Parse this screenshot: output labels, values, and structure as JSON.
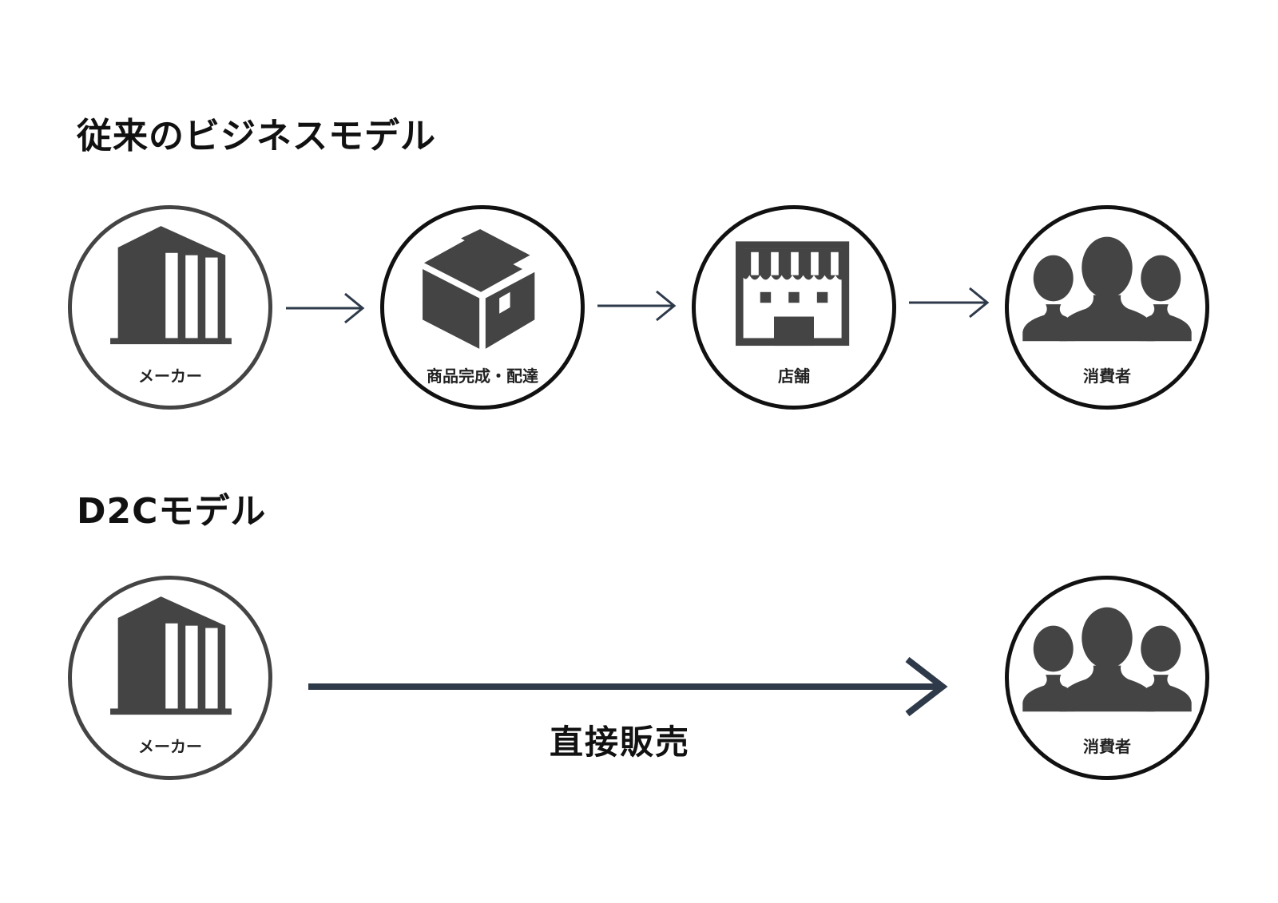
{
  "traditional": {
    "title": "従来のビジネスモデル",
    "nodes": [
      {
        "label": "メーカー",
        "icon": "factory-building-icon"
      },
      {
        "label": "商品完成・配達",
        "icon": "package-box-icon"
      },
      {
        "label": "店舗",
        "icon": "storefront-icon"
      },
      {
        "label": "消費者",
        "icon": "consumers-group-icon"
      }
    ]
  },
  "d2c": {
    "title": "D2Cモデル",
    "nodes": [
      {
        "label": "メーカー",
        "icon": "factory-building-icon"
      },
      {
        "label": "消費者",
        "icon": "consumers-group-icon"
      }
    ],
    "arrow_label": "直接販売"
  },
  "colors": {
    "icon_fill": "#444444",
    "arrow": "#2e3a4a",
    "circle_border": "#111111",
    "text": "#111111"
  }
}
